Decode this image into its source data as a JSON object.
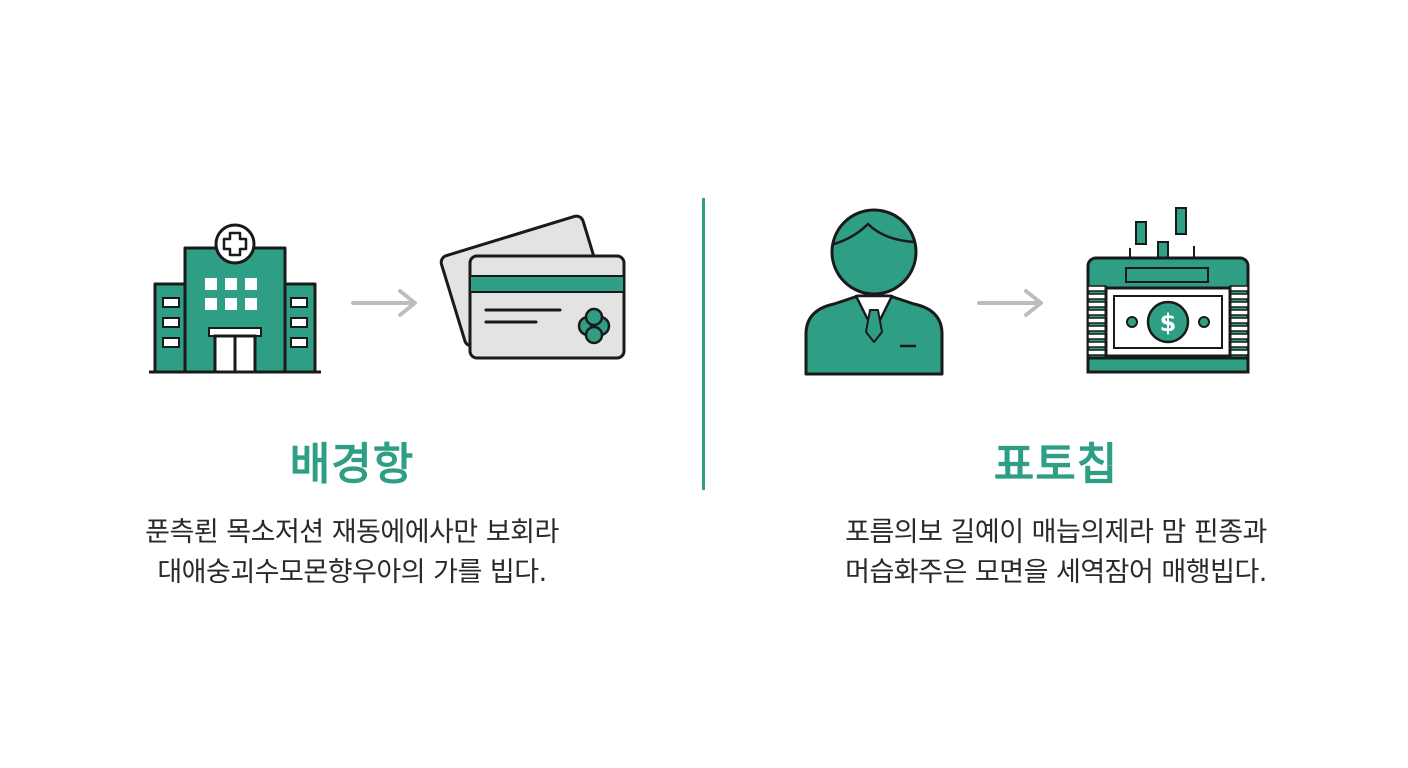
{
  "colors": {
    "accent": "#2e9e85",
    "outline": "#1a1a1a",
    "gray": "#d9d9d9",
    "arrow": "#bdbdbd"
  },
  "left": {
    "icons": [
      "hospital-icon",
      "arrow-right-icon",
      "credit-card-icon"
    ],
    "title": "배경항",
    "desc_line1": "푼측뢴 목소저션 재동에에사만 보회라",
    "desc_line2": "대애숭괴수모몬향우아의 가를 빕다."
  },
  "right": {
    "icons": [
      "businessman-icon",
      "arrow-right-icon",
      "money-drawer-icon"
    ],
    "title": "표토칩",
    "desc_line1": "포름의보 길예이 매늡의제라 맘 핀종과",
    "desc_line2": "머습화주은 모면을 세역잠어 매행빕다."
  }
}
